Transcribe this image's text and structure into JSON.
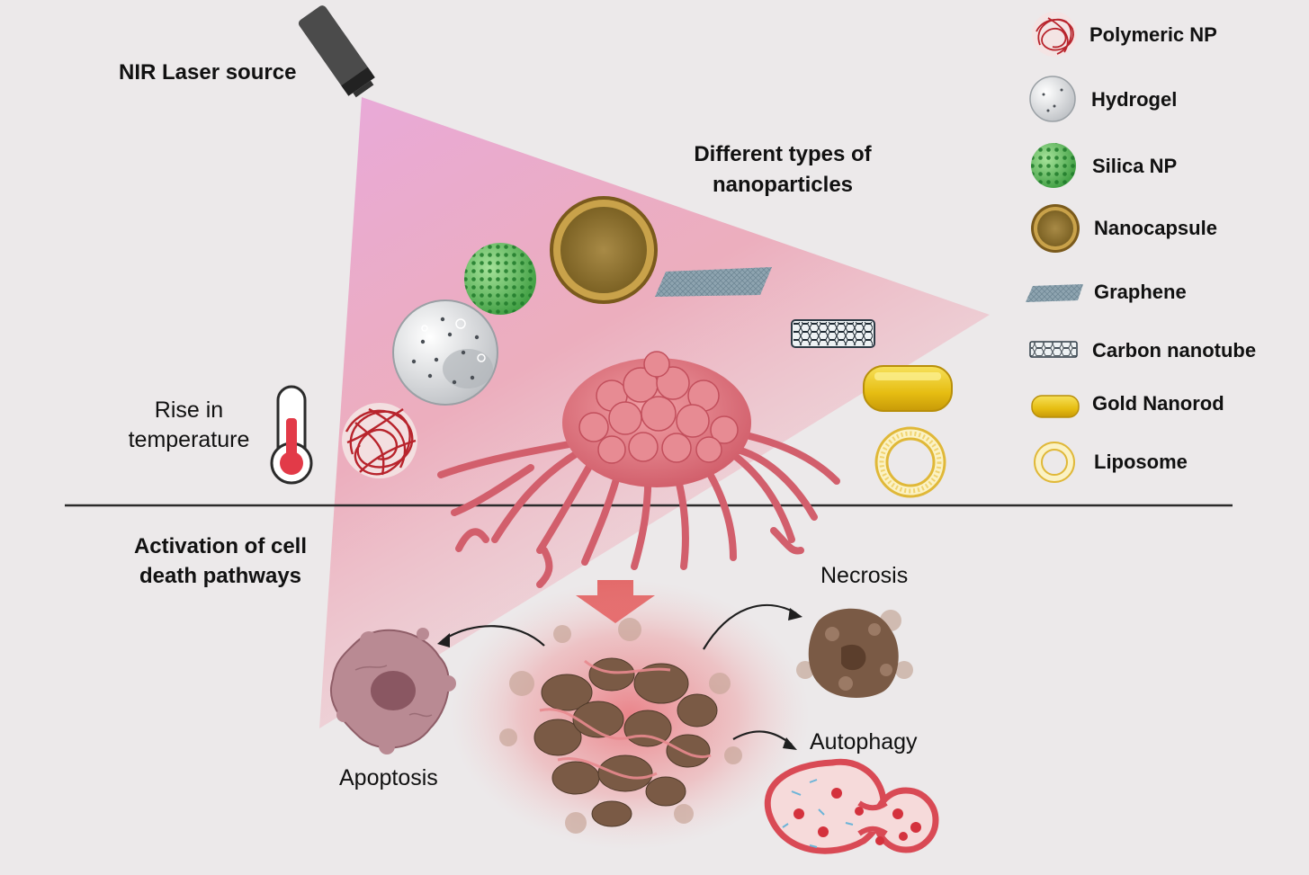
{
  "labels": {
    "laser": "NIR Laser source",
    "nanoparticles_line1": "Different types of",
    "nanoparticles_line2": "nanoparticles",
    "rise_line1": "Rise in",
    "rise_line2": "temperature",
    "activation_line1": "Activation of cell",
    "activation_line2": "death pathways",
    "necrosis": "Necrosis",
    "autophagy": "Autophagy",
    "apoptosis": "Apoptosis"
  },
  "legend": {
    "items": [
      {
        "label": "Polymeric NP",
        "icon": "polymeric-np-icon"
      },
      {
        "label": "Hydrogel",
        "icon": "hydrogel-icon"
      },
      {
        "label": "Silica NP",
        "icon": "silica-np-icon"
      },
      {
        "label": "Nanocapsule",
        "icon": "nanocapsule-icon"
      },
      {
        "label": "Graphene",
        "icon": "graphene-icon"
      },
      {
        "label": "Carbon nanotube",
        "icon": "carbon-nanotube-icon"
      },
      {
        "label": "Gold Nanorod",
        "icon": "gold-nanorod-icon"
      },
      {
        "label": "Liposome",
        "icon": "liposome-icon"
      }
    ]
  },
  "colors": {
    "background": "#ece9ea",
    "beam_top": "#e7a6d6",
    "tumor": "#e07a84",
    "polymeric": "#b8242c",
    "silica": "#5cbf5c",
    "gold": "#e8c51f",
    "nanocapsule": "#9a7a32",
    "necrotic": "#7a5a45",
    "arrow": "#e36a6a"
  }
}
